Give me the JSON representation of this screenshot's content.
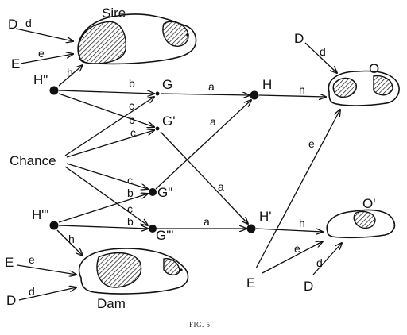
{
  "labels": {
    "sire": "Sire",
    "dam": "Dam",
    "chance": "Chance",
    "D": "D",
    "E": "E",
    "H_sire": "H\"",
    "H_dam": "H\"'",
    "G": "G",
    "G_prime": "G'",
    "G_dprime": "G\"",
    "G_tprime": "G\"'",
    "H": "H",
    "H_prime": "H'",
    "O": "O",
    "O_prime": "O'"
  },
  "paths": {
    "a": "a",
    "b": "b",
    "c": "c",
    "d": "d",
    "e": "e",
    "h": "h"
  },
  "caption": "FIG. 5."
}
